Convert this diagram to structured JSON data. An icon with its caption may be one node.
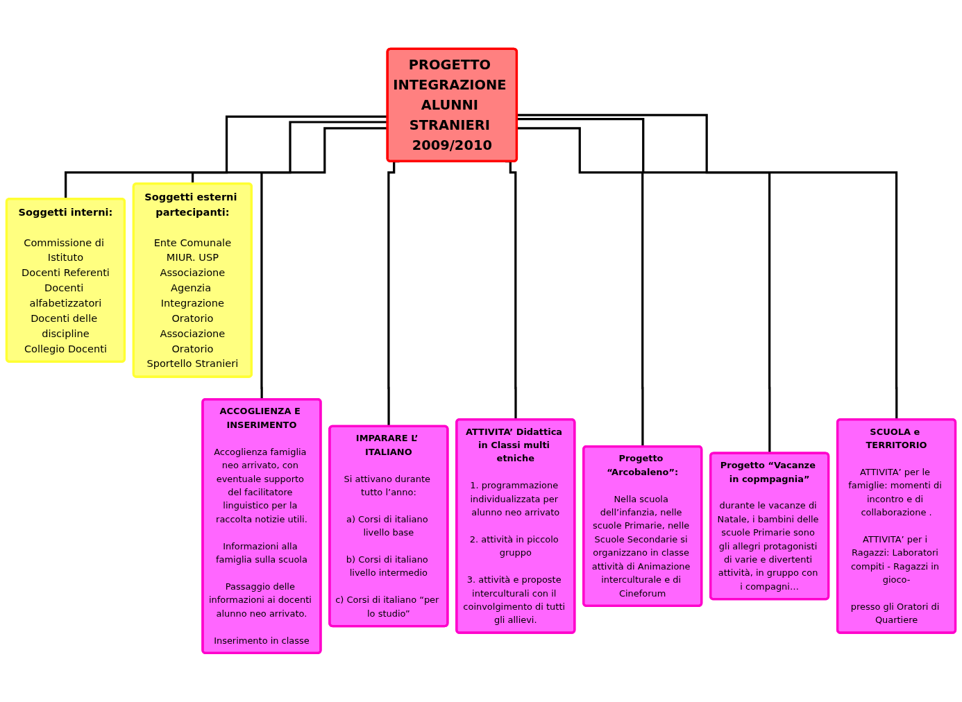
{
  "diagram": {
    "nodes": [
      {
        "text": [
          "PROGETTO INTEGRAZIONE ALUNNI STRANIERI 2009/2010"
        ]
      },
      {
        "text": [
          "Soggetti interni:",
          "Commissione di Istituto",
          "Docenti Referenti",
          "Docenti alfabetizzatori",
          "Docenti delle discipline",
          "Collegio Docenti"
        ]
      },
      {
        "text": [
          "Soggetti esterni partecipanti:",
          "Ente Comunale",
          "MIUR. USP",
          "Associazione",
          "Agenzia Integrazione",
          "Oratorio",
          "Associazione",
          "Oratorio",
          "Sportello Stranieri"
        ]
      },
      {
        "text": [
          "ACCOGLIENZA E INSERIMENTO",
          "Accoglienza famiglia neo arrivato, con eventuale supporto del facilitatore linguistico per la raccolta notizie utili.",
          "Informazioni alla famiglia sulla scuola",
          "Passaggio delle informazioni ai docenti alunno neo arrivato.",
          "Inserimento in classe"
        ]
      },
      {
        "text": [
          "IMPARARE L’ ITALIANO",
          "Si attivano durante tutto l’anno:",
          "a) Corsi di italiano livello base",
          "b) Corsi di italiano livello intermedio",
          "c) Corsi di italiano “per lo studio”"
        ]
      },
      {
        "text": [
          "ATTIVITA’ Didattica in Classi multi etniche",
          "1. programmazione individualizzata per alunno neo arrivato",
          "2. attività in piccolo gruppo",
          "3. attività e proposte interculturali con il coinvolgimento di tutti gli allievi."
        ]
      },
      {
        "text": [
          "Progetto “Arcobaleno”:",
          "Nella scuola dell’infanzia, nelle scuole Primarie, nelle Scuole Secondarie si organizzano in classe attività di Animazione interculturale e di Cineforum"
        ]
      },
      {
        "text": [
          "Progetto “Vacanze in copmpagnia”",
          "durante le vacanze di Natale, i bambini delle scuole Primarie sono gli allegri protagonisti di varie e divertenti attività, in gruppo con i compagni…"
        ]
      },
      {
        "text": [
          "SCUOLA e TERRITORIO",
          "ATTIVITA’ per le famiglie: momenti di incontro e di collaborazione .",
          "ATTIVITA’ per i Ragazzi: Laboratori compiti - Ragazzi in gioco-",
          "presso gli Oratori di Quartiere"
        ]
      }
    ],
    "edges": [
      {
        "from": 0,
        "to": 1,
        "arrow": "none"
      },
      {
        "from": 0,
        "to": 2,
        "arrow": "none"
      },
      {
        "from": 0,
        "to": 3,
        "arrow": "none"
      },
      {
        "from": 0,
        "to": 4,
        "arrow": "none"
      },
      {
        "from": 0,
        "to": 5,
        "arrow": "none"
      },
      {
        "from": 0,
        "to": 6,
        "arrow": "none"
      },
      {
        "from": 0,
        "to": 7,
        "arrow": "none"
      },
      {
        "from": 0,
        "to": 8,
        "arrow": "none"
      }
    ]
  }
}
